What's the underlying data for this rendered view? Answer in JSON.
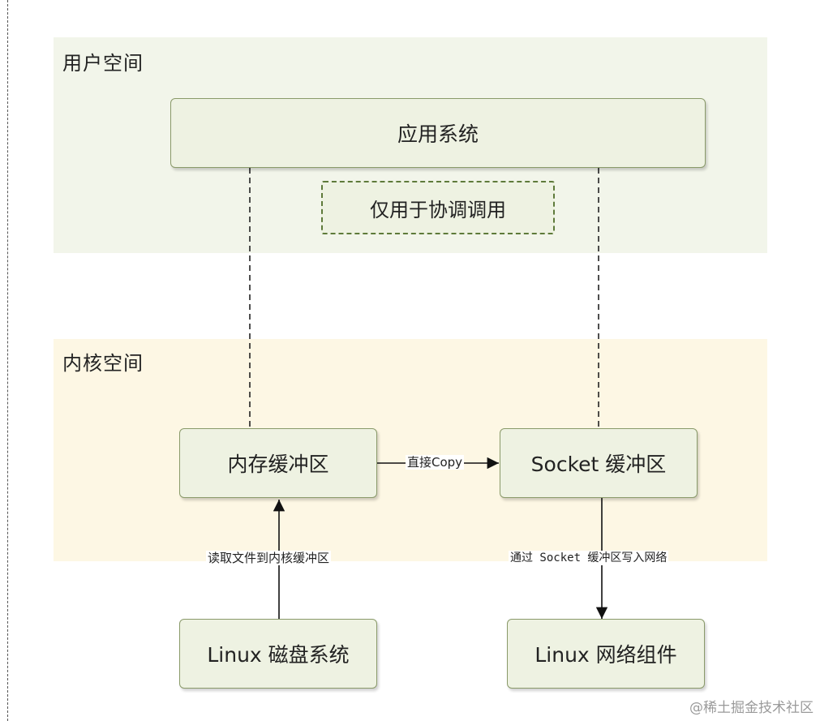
{
  "regions": {
    "user_space": "用户空间",
    "kernel_space": "内核空间"
  },
  "nodes": {
    "app_system": "应用系统",
    "coordination_note": "仅用于协调调用",
    "memory_buffer": "内存缓冲区",
    "socket_buffer": "Socket 缓冲区",
    "disk_system": "Linux 磁盘系统",
    "network_component": "Linux 网络组件"
  },
  "edges": {
    "direct_copy": "直接Copy",
    "read_file": "读取文件到内核缓冲区",
    "write_network": "通过 Socket 缓冲区写入网络"
  },
  "watermark": "@稀土掘金技术社区"
}
